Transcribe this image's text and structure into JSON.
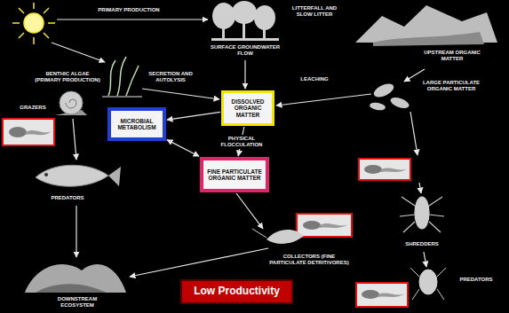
{
  "diagram": {
    "nodes": [
      {
        "text": [
          "DISSOLVED ORGANIC MATTER"
        ]
      },
      {
        "text": [
          "MICROBIAL METABOLISM"
        ]
      },
      {
        "text": [
          "FINE PARTICULATE ORGANIC MATTER"
        ]
      },
      {
        "text": [
          "Low Productivity"
        ]
      }
    ],
    "edges": [
      {
        "from": 0,
        "to": 1,
        "arrow": "to"
      },
      {
        "from": 0,
        "to": 2,
        "label": "PHYSICAL FLOCCULATION",
        "arrow": "to"
      },
      {
        "from": 1,
        "to": 2,
        "arrow": "both"
      }
    ],
    "labels": [
      "PRIMARY PRODUCTION",
      "LITTERFALL AND SLOW LITTER",
      "UPSTREAM ORGANIC MATTER",
      "BENTHIC ALGAE (PRIMARY PRODUCTION)",
      "SECRETION AND AUTOLYSIS",
      "SURFACE GROUNDWATER FLOW",
      "LEACHING",
      "LARGE PARTICULATE ORGANIC MATTER",
      "GRAZERS",
      "PREDATORS",
      "SHREDDERS",
      "COLLECTORS (FINE PARTICULATE DETRITIVORES)",
      "PREDATORS",
      "DOWNSTREAM ECOSYSTEM"
    ]
  }
}
